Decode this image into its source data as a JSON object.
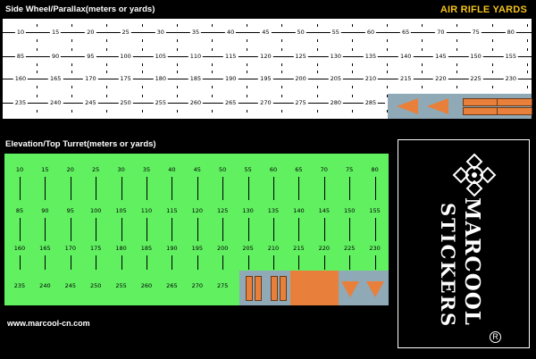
{
  "header": {
    "side_wheel_title": "Side Wheel/Parallax(meters or yards)",
    "brand_title": "AIR RIFLE YARDS"
  },
  "side_wheel": {
    "rows": [
      [
        "10",
        "15",
        "20",
        "25",
        "30",
        "35",
        "40",
        "45",
        "50",
        "55",
        "60",
        "65",
        "70",
        "75",
        "80"
      ],
      [
        "85",
        "90",
        "95",
        "100",
        "105",
        "110",
        "115",
        "120",
        "125",
        "130",
        "135",
        "140",
        "145",
        "150",
        "155"
      ],
      [
        "160",
        "165",
        "170",
        "175",
        "180",
        "185",
        "190",
        "195",
        "200",
        "205",
        "210",
        "215",
        "220",
        "225",
        "230"
      ],
      [
        "235",
        "240",
        "245",
        "250",
        "255",
        "260",
        "265",
        "270",
        "275",
        "280",
        "285"
      ]
    ],
    "markers": [
      "triangle-left-icon",
      "triangle-left-icon",
      "bar-icon",
      "bar-icon"
    ]
  },
  "elevation": {
    "title": "Elevation/Top Turret(meters or yards)",
    "rows": [
      [
        "10",
        "15",
        "20",
        "25",
        "30",
        "35",
        "40",
        "45",
        "50",
        "55",
        "60",
        "65",
        "70",
        "75",
        "80"
      ],
      [
        "85",
        "90",
        "95",
        "100",
        "105",
        "110",
        "115",
        "120",
        "125",
        "130",
        "135",
        "140",
        "145",
        "150",
        "155"
      ],
      [
        "160",
        "165",
        "170",
        "175",
        "180",
        "185",
        "190",
        "195",
        "200",
        "205",
        "210",
        "215",
        "220",
        "225",
        "230"
      ],
      [
        "235",
        "240",
        "245",
        "250",
        "255",
        "260",
        "265",
        "270",
        "275"
      ]
    ],
    "markers": [
      "bar-icon",
      "bar-icon",
      "square-block",
      "triangle-down-icon",
      "triangle-down-icon"
    ]
  },
  "footer": {
    "website": "www.marcool-cn.com"
  },
  "logo": {
    "name": "MARCOOL",
    "word": "STICKERS",
    "registered": "R"
  },
  "colors": {
    "background": "#000000",
    "tape": "#ffffff",
    "green_panel": "#60f060",
    "marker_bg": "#8fa9b6",
    "marker": "#e8803c",
    "brand_yellow": "#f4c21b"
  }
}
